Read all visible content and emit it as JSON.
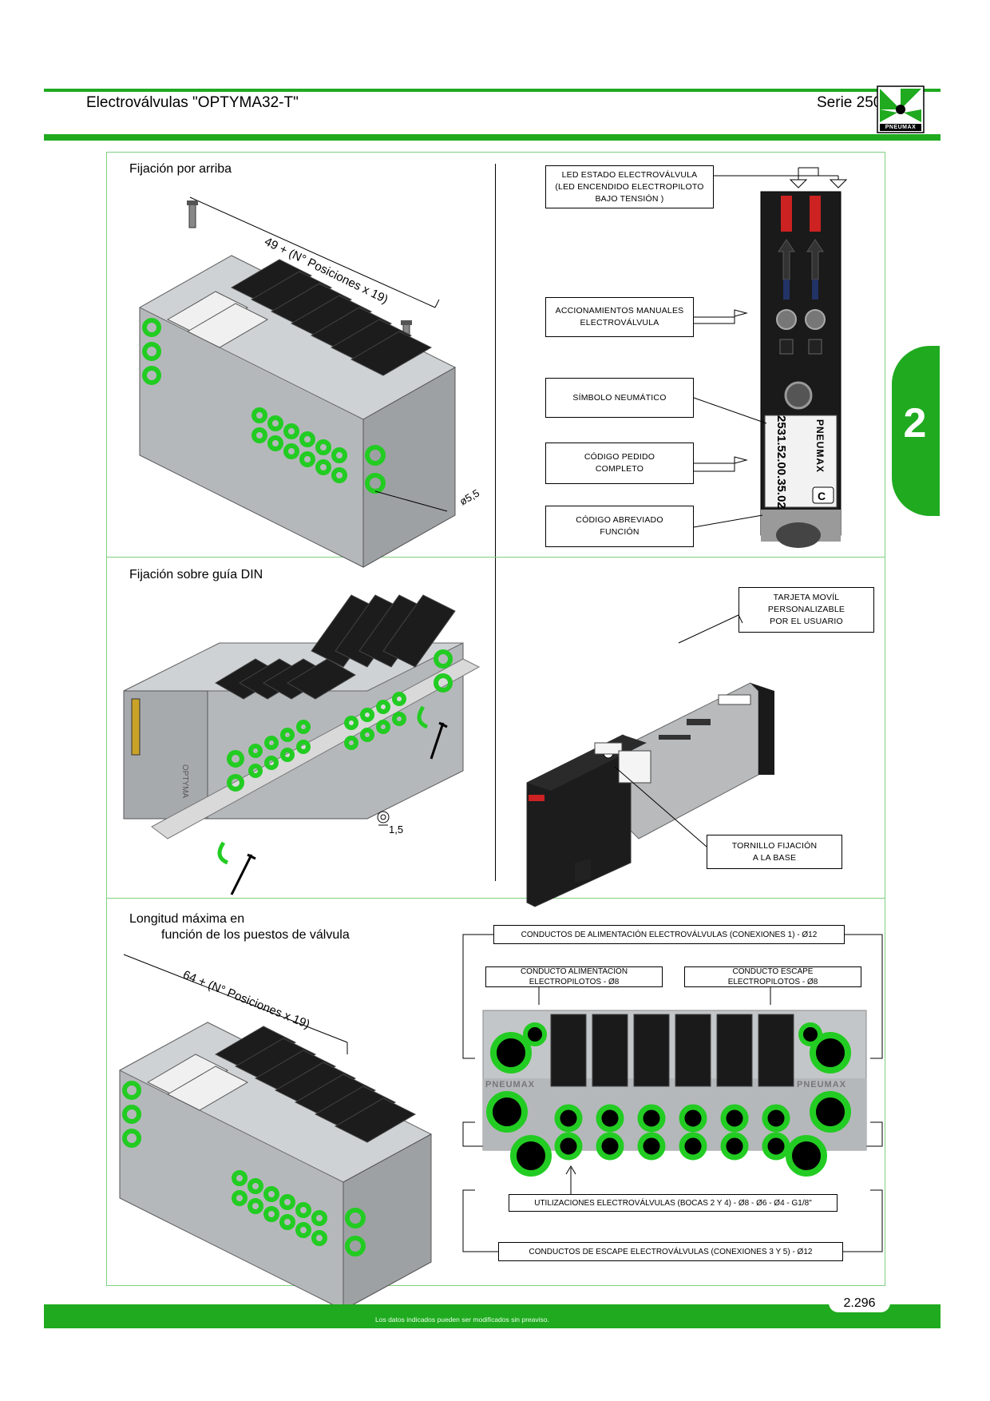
{
  "header": {
    "title": "Electroválvulas \"OPTYMA32-T\"",
    "series": "Serie 2500",
    "logo_text": "PNEUMAX"
  },
  "chapter_tab": {
    "number": "2"
  },
  "sections": {
    "top_left": {
      "title": "Fijación por arriba",
      "dimension": "49 + (N° Posiciones x 19)",
      "hole": "ø5,5"
    },
    "top_right": {
      "callouts": [
        [
          "LED ESTADO ELECTROVÁLVULA",
          "(LED ENCENDIDO ELECTROPILOTO",
          "BAJO TENSIÓN )"
        ],
        [
          "ACCIONAMIENTOS MANUALES",
          "ELECTROVÁLVULA"
        ],
        [
          "SÍMBOLO NEUMÁTICO"
        ],
        [
          "CÓDIGO PEDIDO",
          "COMPLETO"
        ],
        [
          "CÓDIGO ABREVIADO",
          "FUNCIÓN"
        ]
      ],
      "label_brand": "PNEUMAX",
      "label_code": "2531.52.00.35.02",
      "label_letter": "C"
    },
    "middle_left": {
      "title": "Fijación sobre guía DIN",
      "key_size": "1,5",
      "body_text": "OPTYMA"
    },
    "middle_right": {
      "callouts": [
        [
          "TARJETA MOVÍL",
          "PERSONALIZABLE",
          "POR EL USUARIO"
        ],
        [
          "TORNILLO FIJACIÓN",
          "A LA BASE"
        ]
      ]
    },
    "bottom_left": {
      "title_line1": "Longitud máxima en",
      "title_line2": "función de los puestos de válvula",
      "dimension": "64 + (N° Posiciones x 19)"
    },
    "bottom_right": {
      "supply": "CONDUCTOS DE ALIMENTACIÓN ELECTROVÁLVULAS (CONEXIONES 1) - Ø12",
      "pilot_supply": [
        "CONDUCTO ALIMENTACIÓN",
        "ELECTROPILOTOS - Ø8"
      ],
      "pilot_exhaust": [
        "CONDUCTO ESCAPE",
        "ELECTROPILOTOS - Ø8"
      ],
      "outlets": "UTILIZACIONES ELECTROVÁLVULAS (BOCAS 2 Y 4) - Ø8 - Ø6 - Ø4 - G1/8\"",
      "exhaust": "CONDUCTOS DE ESCAPE ELECTROVÁLVULAS (CONEXIONES 3 Y 5) - Ø12",
      "brand_left": "PNEUMAX",
      "brand_right": "PNEUMAX"
    }
  },
  "footer": {
    "disclaimer": "Los datos indicados pueden ser modificados sin preaviso.",
    "page": "2.296"
  }
}
